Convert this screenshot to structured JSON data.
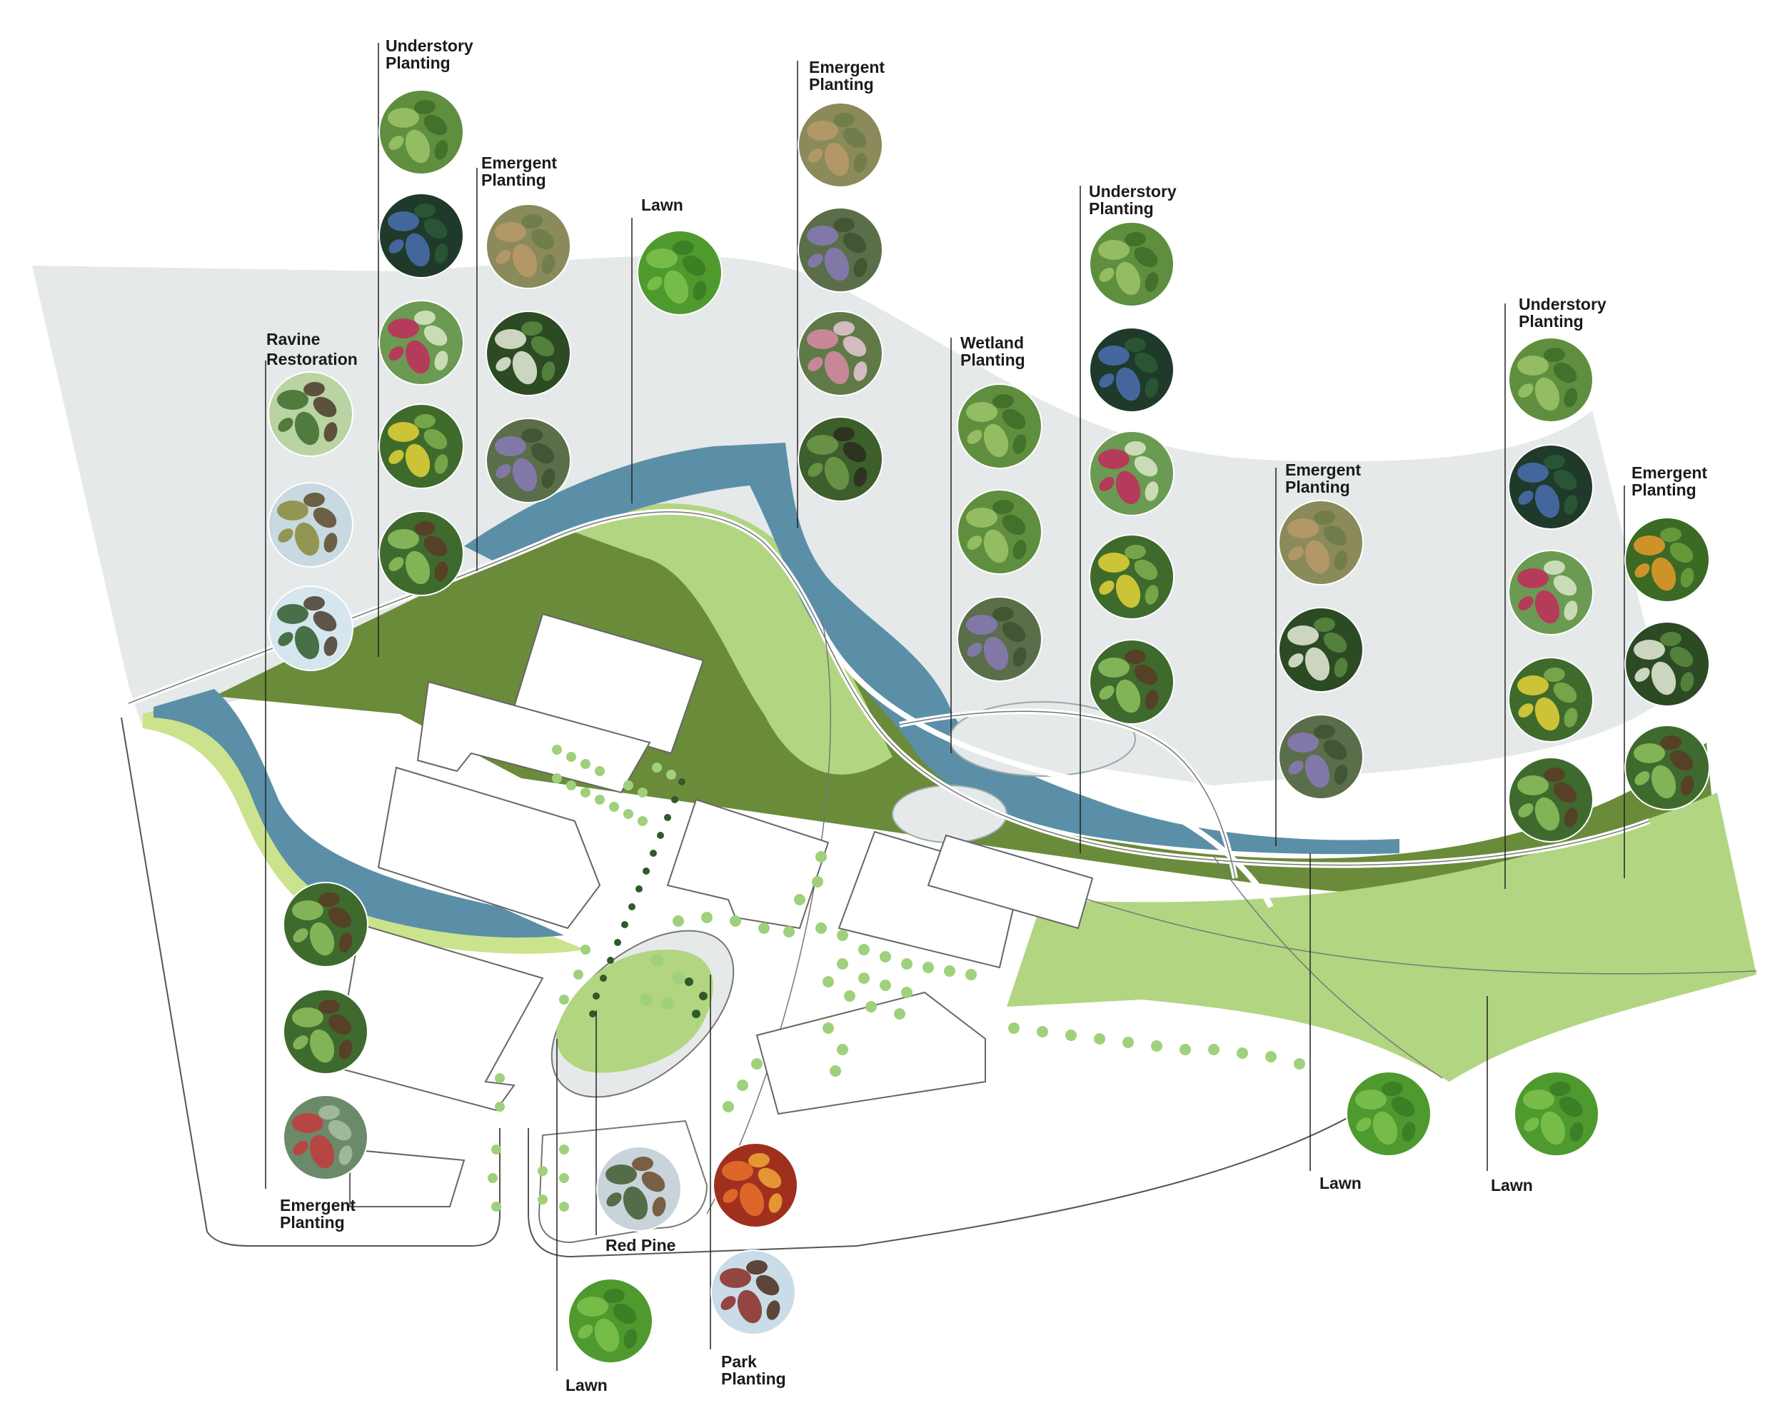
{
  "palette": {
    "light_gray": "#e6e9e9",
    "water_blue": "#5b8fa8",
    "dark_green": "#6a8b3a",
    "light_green": "#b2d581",
    "lime": "#cbe38c",
    "leader_line": "#222222"
  },
  "labels": {
    "understory_a": [
      "Understory",
      "Planting"
    ],
    "emergent_a": [
      "Emergent",
      "Planting"
    ],
    "lawn_a": "Lawn",
    "ravine": [
      "Ravine",
      "Restoration"
    ],
    "emergent_b": [
      "Emergent",
      "Planting"
    ],
    "wetland": [
      "Wetland",
      "Planting"
    ],
    "understory_b": [
      "Understory",
      "Planting"
    ],
    "emergent_c": [
      "Emergent",
      "Planting"
    ],
    "understory_c": [
      "Understory",
      "Planting"
    ],
    "emergent_d": [
      "Emergent",
      "Planting"
    ],
    "emergent_e": [
      "Emergent",
      "Planting"
    ],
    "red_pine": "Red Pine",
    "park": [
      "Park",
      "Planting"
    ],
    "lawn_b": "Lawn",
    "lawn_c": "Lawn",
    "lawn_d": "Lawn"
  },
  "swatches": {
    "understory_a": [
      "leaf",
      "blueberry",
      "raspberry",
      "yellow-flower",
      "fern"
    ],
    "emergent_a": [
      "sedge",
      "white-flower",
      "purple-flower"
    ],
    "lawn_a": [
      "grass"
    ],
    "ravine": [
      "oak-tree",
      "oak-tree-autumn",
      "oak-tree-sky"
    ],
    "emergent_b": [
      "sedge",
      "purple-flower",
      "pink-flower",
      "berry-shrub"
    ],
    "wetland": [
      "leaf",
      "leaf",
      "purple-flower"
    ],
    "understory_b": [
      "leaf",
      "blueberry",
      "raspberry",
      "yellow-flower",
      "fern"
    ],
    "emergent_c": [
      "sedge",
      "white-flower",
      "purple-flower"
    ],
    "understory_c": [
      "leaf",
      "blueberry",
      "raspberry",
      "yellow-flower",
      "fern"
    ],
    "emergent_d": [
      "orange-flower",
      "white-flower",
      "fern"
    ],
    "emergent_e": [
      "fern",
      "fern",
      "red-flower"
    ],
    "red_pine": [
      "pine-forest",
      "autumn-maple"
    ],
    "park": [
      "red-tree"
    ],
    "lawn_b": [
      "grass"
    ],
    "lawn_c": [
      "grass"
    ],
    "lawn_d": [
      "grass"
    ]
  }
}
